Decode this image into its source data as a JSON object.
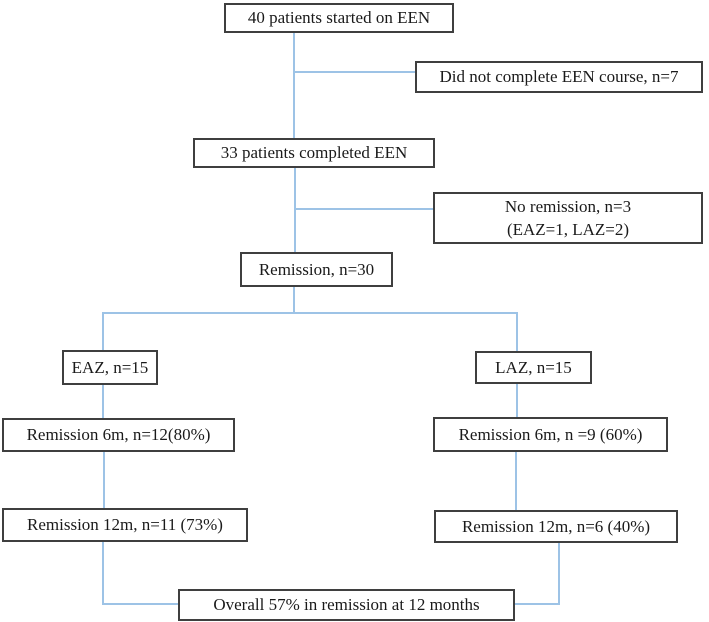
{
  "figure": {
    "type": "flowchart",
    "description_visible": false
  },
  "colors": {
    "connector": "#9dc3e6",
    "box_border": "#3f3f3f",
    "text": "#1a1a1a",
    "background": "#ffffff"
  },
  "nodes": {
    "start": {
      "label": "40 patients started on EEN"
    },
    "dropout": {
      "label": "Did not complete EEN course, n=7"
    },
    "completed": {
      "label": "33 patients completed EEN"
    },
    "no_remission": {
      "line1": "No remission, n=3",
      "line2": "(EAZ=1, LAZ=2)"
    },
    "remission": {
      "label": "Remission, n=30"
    },
    "eaz": {
      "label": "EAZ, n=15"
    },
    "laz": {
      "label": "LAZ, n=15"
    },
    "eaz_6m": {
      "label": "Remission 6m, n=12(80%)"
    },
    "laz_6m": {
      "label": "Remission 6m, n =9 (60%)"
    },
    "eaz_12m": {
      "label": "Remission 12m, n=11 (73%)"
    },
    "laz_12m": {
      "label": "Remission 12m, n=6 (40%)"
    },
    "overall": {
      "label": "Overall 57% in remission at 12 months"
    }
  }
}
